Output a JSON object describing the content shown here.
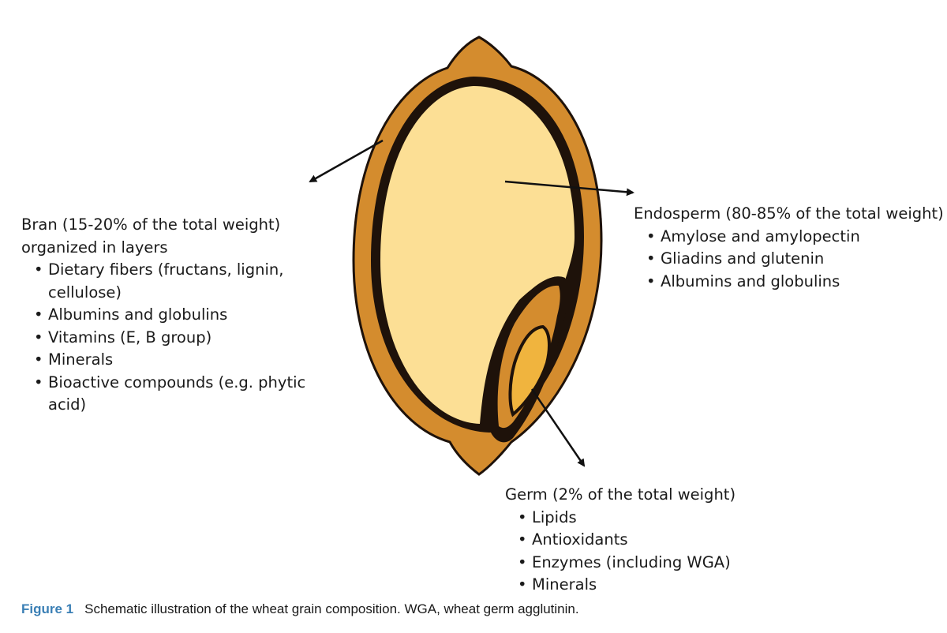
{
  "colors": {
    "bran_outer": "#d48c2e",
    "bran_edge": "#1e120a",
    "endosperm": "#fcdf95",
    "germ": "#f0b43e",
    "arrow": "#111111",
    "caption_label": "#3a7fb5"
  },
  "bran": {
    "heading": "Bran (15-20% of the total weight)\norganized in layers",
    "items": [
      "Dietary fibers (fructans, lignin, cellulose)",
      "Albumins and globulins",
      "Vitamins (E, B group)",
      "Minerals",
      "Bioactive compounds (e.g. phytic acid)"
    ]
  },
  "endosperm": {
    "heading": "Endosperm (80-85% of the total weight)",
    "items": [
      "Amylose and amylopectin",
      "Gliadins and glutenin",
      "Albumins and globulins"
    ]
  },
  "germ": {
    "heading": "Germ (2% of the total weight)",
    "items": [
      "Lipids",
      "Antioxidants",
      "Enzymes (including WGA)",
      "Minerals"
    ]
  },
  "caption": {
    "label": "Figure 1",
    "text": "Schematic illustration of the wheat grain composition. WGA, wheat germ agglutinin."
  }
}
